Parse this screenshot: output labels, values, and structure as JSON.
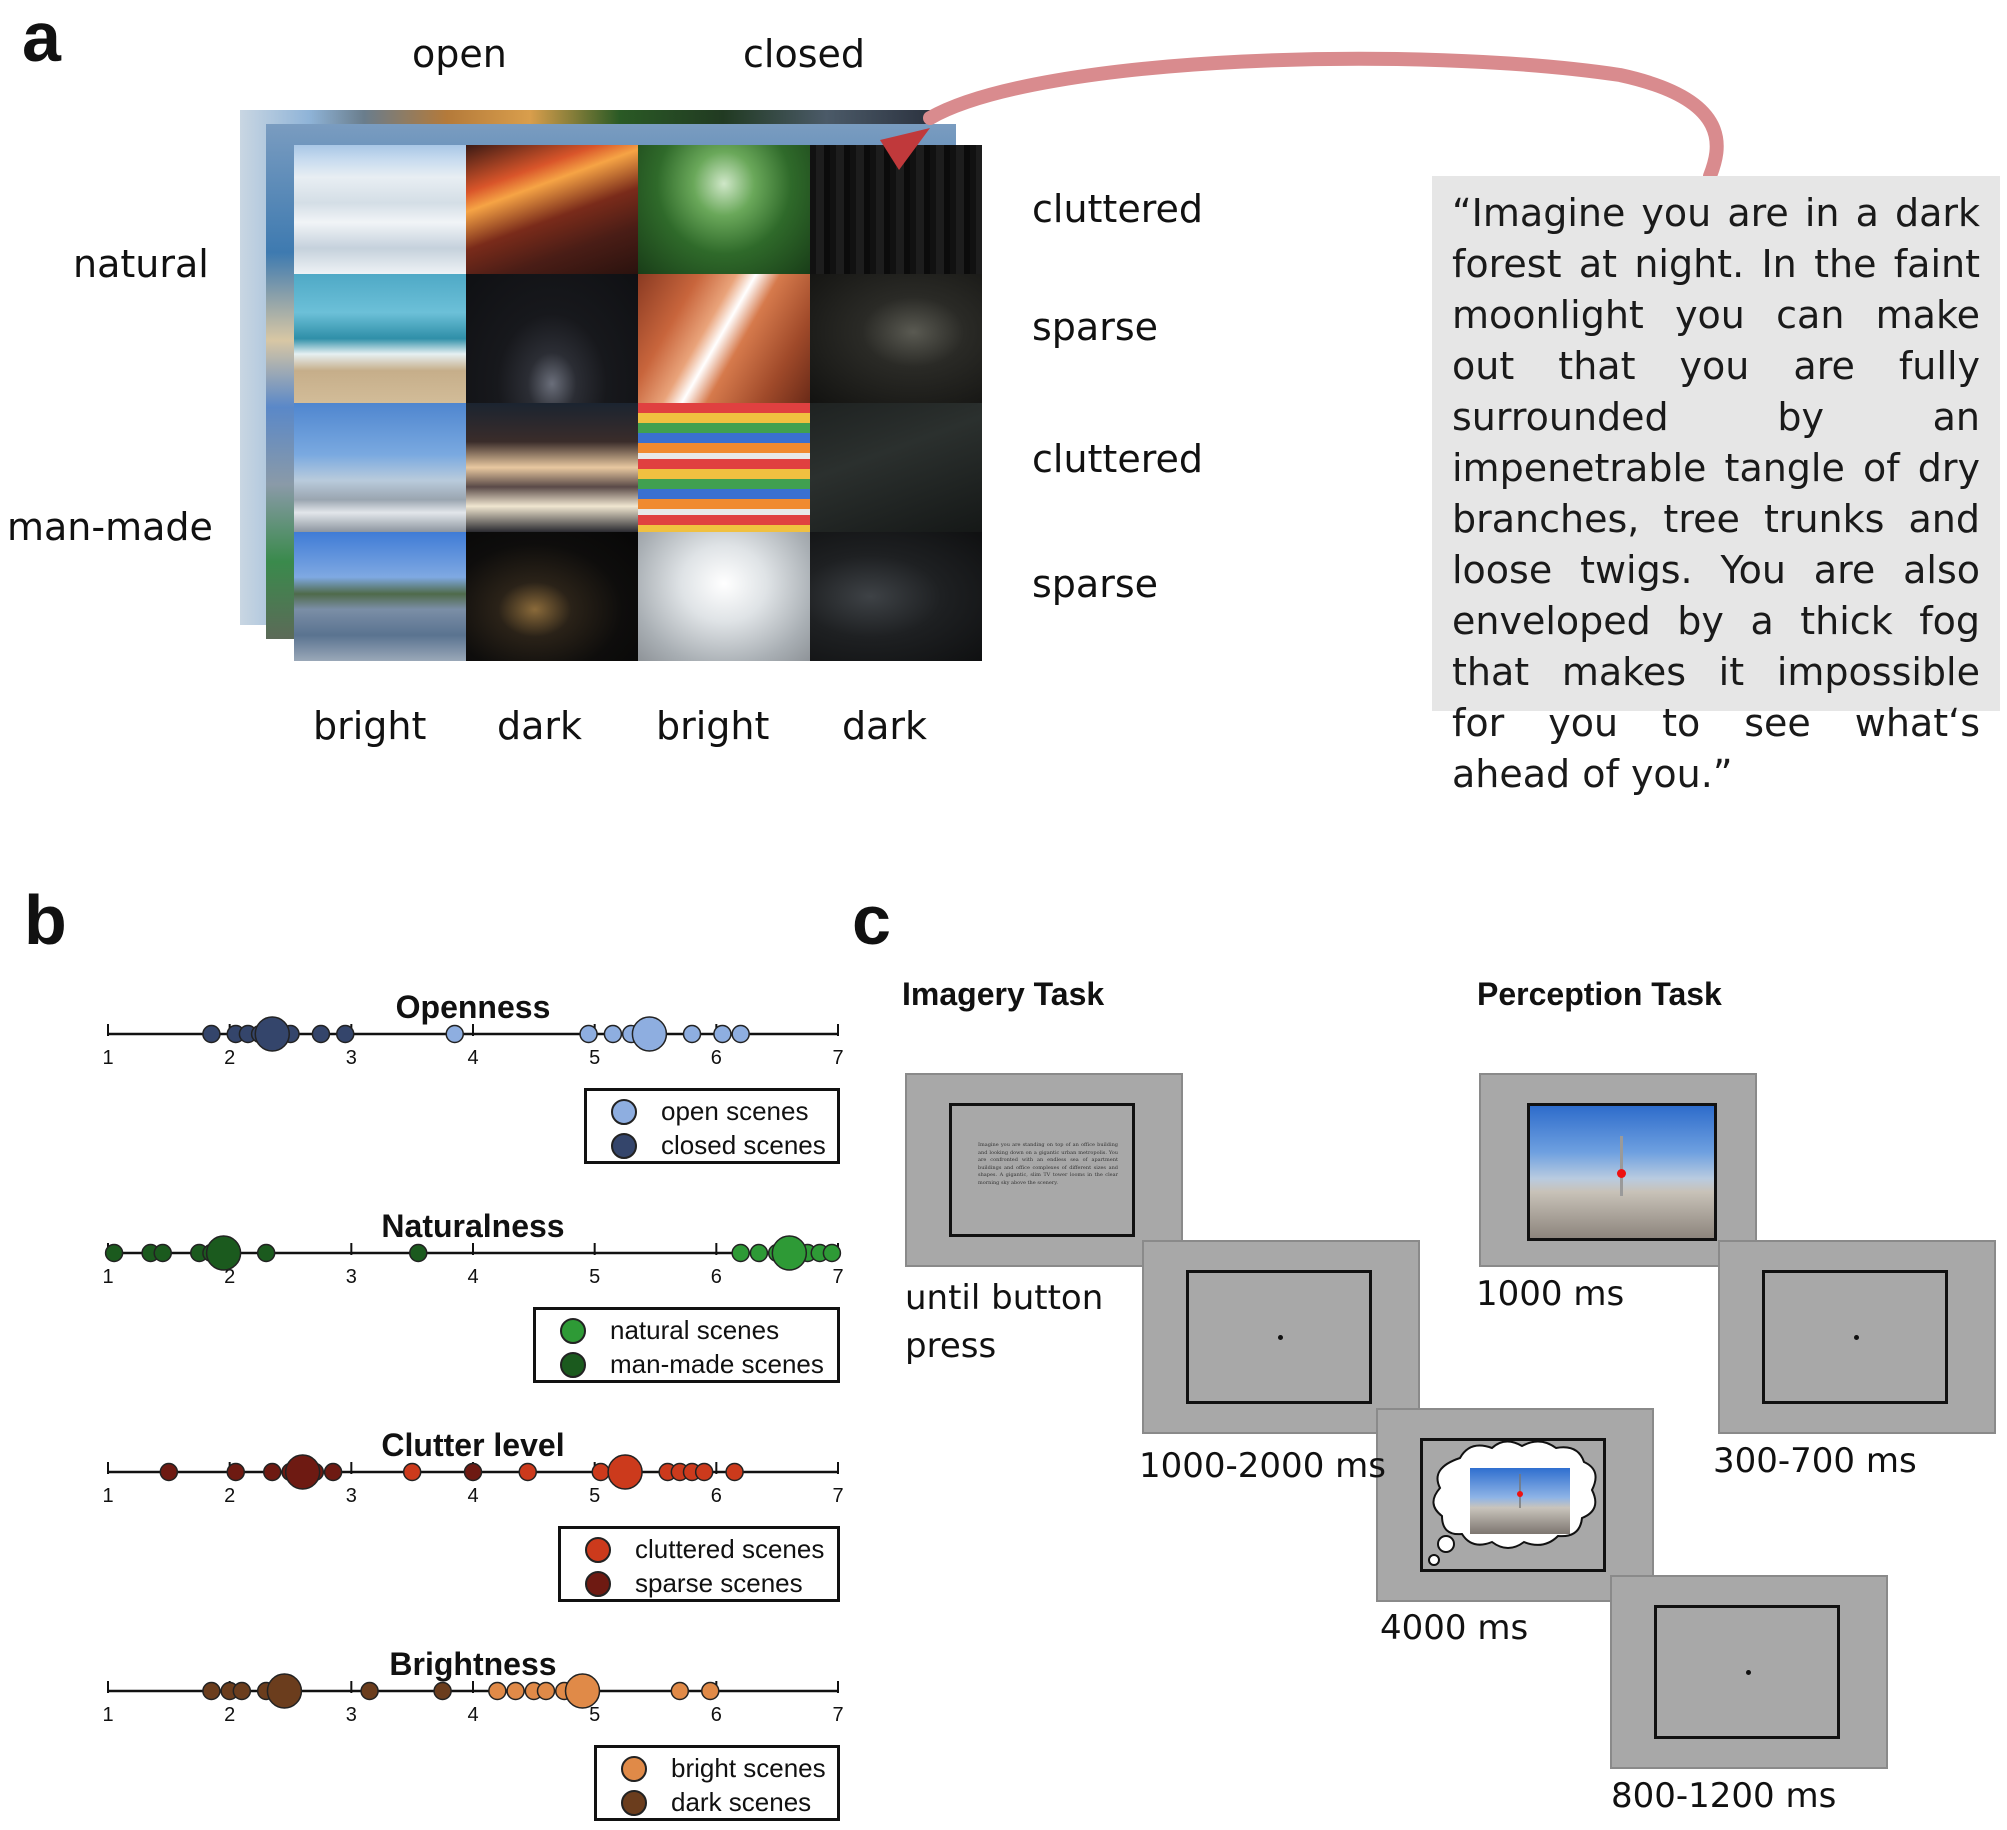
{
  "panel_a": {
    "letter": "a",
    "col_top": [
      "open",
      "closed"
    ],
    "row_left": [
      "natural",
      "man-made"
    ],
    "row_right": [
      "cluttered",
      "sparse",
      "cluttered",
      "sparse"
    ],
    "col_bottom": [
      "bright",
      "dark",
      "bright",
      "dark"
    ],
    "quote": "“Imagine you are in a dark forest at night. In the faint moonlight you can make out that you are fully surrounded by an impenetrable tangle of dry branches, tree trunks and loose twigs. You are also enveloped by a thick fog that makes it impossible for you to see what‘s ahead of you.”",
    "arrow_color": "#d98b8e",
    "arrowhead_color": "#c0393b"
  },
  "panel_b": {
    "letter": "b",
    "chart_data": [
      {
        "type": "scatter",
        "title": "Openness",
        "xlim": [
          1,
          7
        ],
        "xticks": [
          "1",
          "2",
          "3",
          "4",
          "5",
          "6",
          "7"
        ],
        "legend": [
          "open scenes",
          "closed scenes"
        ],
        "colors": {
          "open": "#8eaee0",
          "closed": "#34456b"
        },
        "series": [
          {
            "name": "closed scenes",
            "values": [
              1.85,
              2.05,
              2.15,
              2.25,
              2.35,
              2.5,
              2.75,
              2.95
            ],
            "mean": 2.35
          },
          {
            "name": "open scenes",
            "values": [
              3.85,
              4.95,
              5.15,
              5.3,
              5.45,
              5.8,
              6.05,
              6.2
            ],
            "mean": 5.45
          }
        ]
      },
      {
        "type": "scatter",
        "title": "Naturalness",
        "xlim": [
          1,
          7
        ],
        "xticks": [
          "1",
          "2",
          "3",
          "4",
          "5",
          "6",
          "7"
        ],
        "legend": [
          "natural scenes",
          "man-made scenes"
        ],
        "colors": {
          "natural": "#2e9a36",
          "manmade": "#1b5a1e"
        },
        "series": [
          {
            "name": "man-made scenes",
            "values": [
              1.05,
              1.35,
              1.45,
              1.75,
              1.85,
              1.95,
              2.3,
              3.55
            ],
            "mean": 1.95
          },
          {
            "name": "natural scenes",
            "values": [
              6.2,
              6.35,
              6.5,
              6.6,
              6.75,
              6.85,
              6.95
            ],
            "mean": 6.6
          }
        ]
      },
      {
        "type": "scatter",
        "title": "Clutter level",
        "xlim": [
          1,
          7
        ],
        "xticks": [
          "1",
          "2",
          "3",
          "4",
          "5",
          "6",
          "7"
        ],
        "legend": [
          "cluttered scenes",
          "sparse scenes"
        ],
        "colors": {
          "cluttered": "#cc3a1c",
          "sparse": "#6e1a12"
        },
        "series": [
          {
            "name": "sparse scenes",
            "values": [
              1.5,
              2.05,
              2.35,
              2.5,
              2.6,
              2.7,
              2.85,
              4.0
            ],
            "mean": 2.6
          },
          {
            "name": "cluttered scenes",
            "values": [
              3.5,
              4.45,
              5.05,
              5.25,
              5.6,
              5.7,
              5.8,
              5.9,
              6.15
            ],
            "mean": 5.25
          }
        ]
      },
      {
        "type": "scatter",
        "title": "Brightness",
        "xlim": [
          1,
          7
        ],
        "xticks": [
          "1",
          "2",
          "3",
          "4",
          "5",
          "6",
          "7"
        ],
        "legend": [
          "bright scenes",
          "dark scenes"
        ],
        "colors": {
          "bright": "#e08a48",
          "dark": "#6b3d1d"
        },
        "series": [
          {
            "name": "dark scenes",
            "values": [
              1.85,
              2.0,
              2.1,
              2.3,
              2.45,
              3.15,
              3.75
            ],
            "mean": 2.45
          },
          {
            "name": "bright scenes",
            "values": [
              4.2,
              4.35,
              4.5,
              4.6,
              4.75,
              4.9,
              5.7,
              5.95
            ],
            "mean": 4.9
          }
        ]
      }
    ]
  },
  "panel_c": {
    "letter": "c",
    "imagery_title": "Imagery Task",
    "perception_title": "Perception Task",
    "until_line1": "until button",
    "until_line2": "press",
    "t_1000_2000": "1000-2000 ms",
    "t_4000": "4000 ms",
    "t_1000": "1000 ms",
    "t_300_700": "300-700 ms",
    "t_800_1200": "800-1200 ms",
    "small_text": "Imagine you are standing on top of an office building and looking down on a gigantic urban metropolis. You are confronted with an endless sea of apartment buildings and office complexes of different sizes and shapes. A gigantic, slim TV tower looms in the clear morning sky above the scenery."
  }
}
